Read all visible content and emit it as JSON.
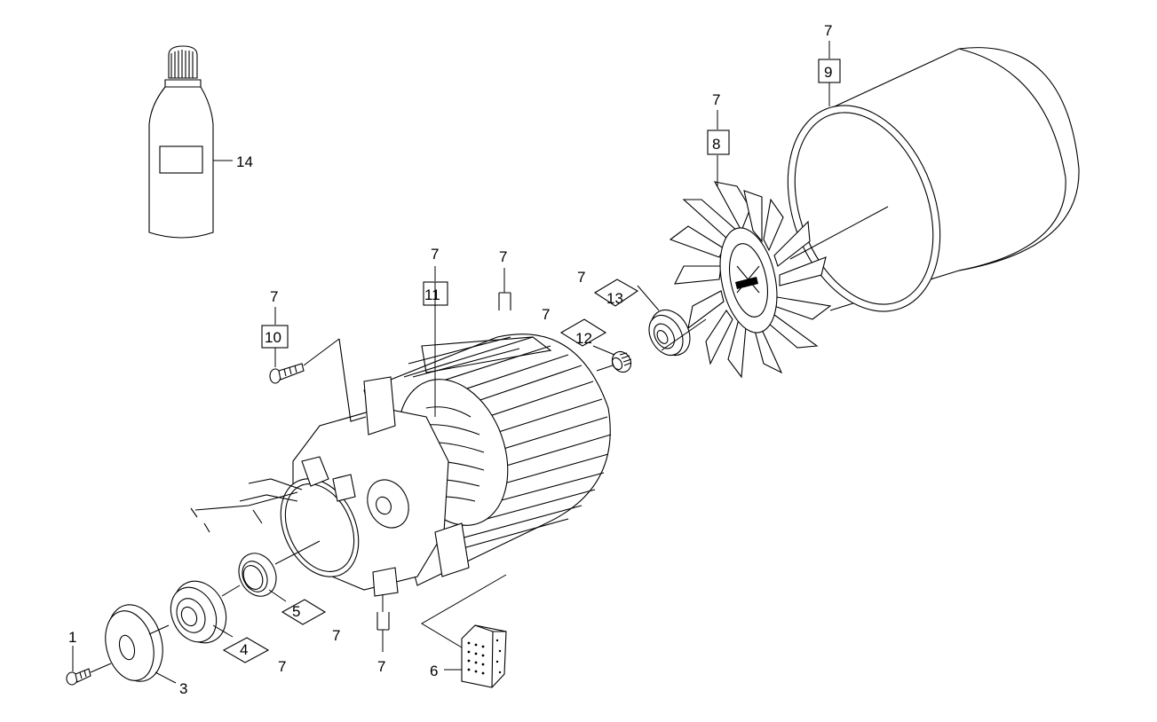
{
  "callouts": {
    "c1": "1",
    "c3": "3",
    "c4": "4",
    "c4_ref": "7",
    "c5": "5",
    "c5_ref": "7",
    "c6": "6",
    "c7_bottom": "7",
    "c7_top": "7",
    "c8": "8",
    "c8_ref": "7",
    "c9": "9",
    "c9_ref": "7",
    "c10": "10",
    "c10_ref": "7",
    "c11": "11",
    "c11_ref": "7",
    "c12": "12",
    "c12_ref": "7",
    "c13": "13",
    "c13_ref": "7",
    "c14": "14"
  }
}
